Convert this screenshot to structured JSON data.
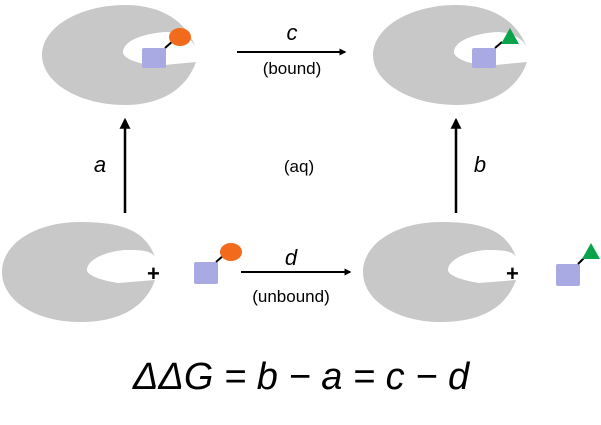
{
  "diagram": {
    "labels": {
      "a": "a",
      "b": "b",
      "c": "c",
      "d": "d",
      "c_state": "(bound)",
      "d_state": "(unbound)",
      "center": "(aq)",
      "plus": "+"
    },
    "equation": "ΔΔG = b − a = c − d",
    "colors": {
      "protein": "#c8c8c8",
      "ligand_base": "#a9a9e3",
      "group_original": "#f26b1d",
      "group_modified": "#0aa24b",
      "arrow": "#000000"
    }
  }
}
